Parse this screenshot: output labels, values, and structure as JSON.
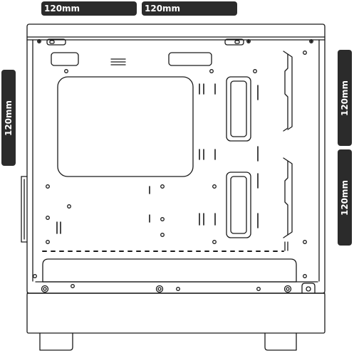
{
  "fan_labels": {
    "top_front": "120mm",
    "top_rear": "120mm",
    "rear": "120mm",
    "front_upper": "120mm",
    "front_lower": "120mm"
  },
  "colors": {
    "label_bg": "#2b2b2b",
    "label_text": "#ffffff",
    "line": "#1a1a1a"
  }
}
